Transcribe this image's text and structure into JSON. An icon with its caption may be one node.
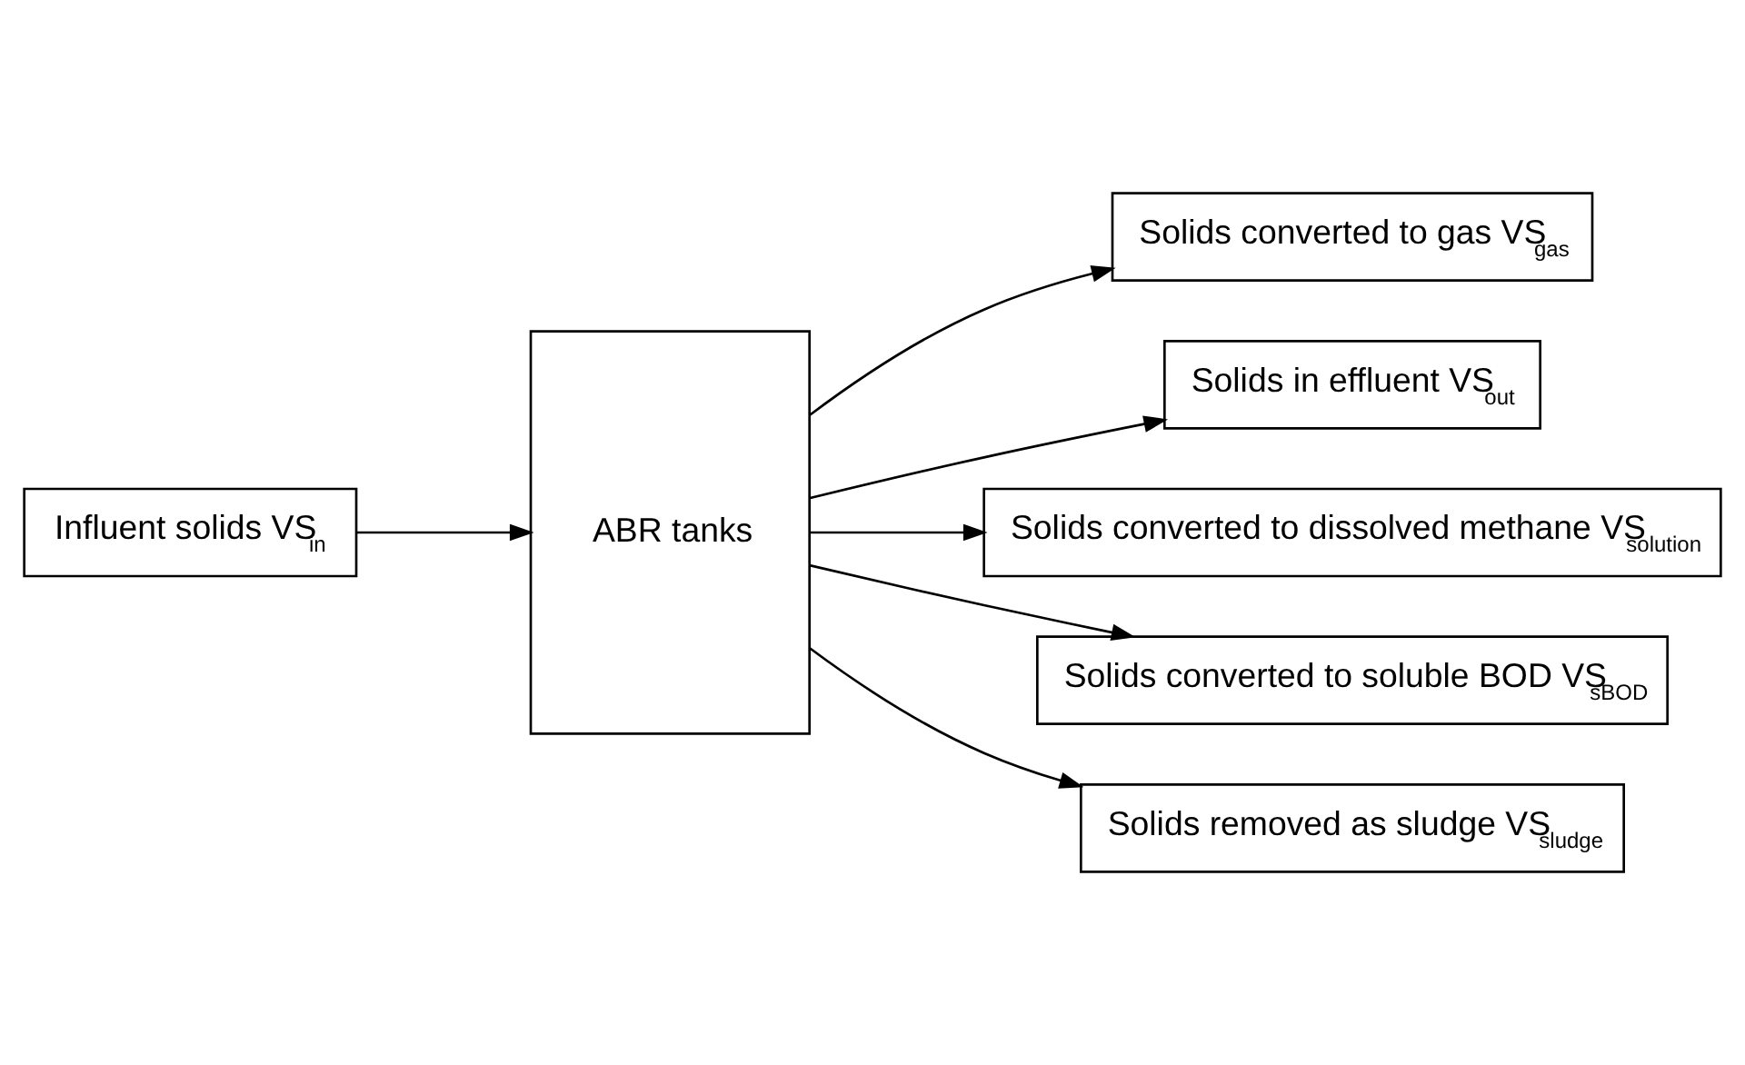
{
  "diagram": {
    "nodes": [
      {
        "text": [
          "Influent solids VS$_{in}$"
        ]
      },
      {
        "text": [
          "ABR tanks"
        ]
      },
      {
        "text": [
          "Solids converted to gas VS$_{gas}$"
        ]
      },
      {
        "text": [
          "Solids in effluent VS$_{out}$"
        ]
      },
      {
        "text": [
          "Solids converted to dissolved methane VS$_{solution}$"
        ]
      },
      {
        "text": [
          "Solids converted to soluble BOD VS$_{sBOD}$"
        ]
      },
      {
        "text": [
          "Solids removed as sludge VS$_{sludge}$"
        ]
      }
    ],
    "edges": [
      {
        "from": 0,
        "to": 1,
        "arrow": "to"
      },
      {
        "from": 1,
        "to": 2,
        "arrow": "to"
      },
      {
        "from": 1,
        "to": 3,
        "arrow": "to"
      },
      {
        "from": 1,
        "to": 4,
        "arrow": "to"
      },
      {
        "from": 1,
        "to": 5,
        "arrow": "to"
      },
      {
        "from": 1,
        "to": 6,
        "arrow": "to"
      }
    ]
  }
}
